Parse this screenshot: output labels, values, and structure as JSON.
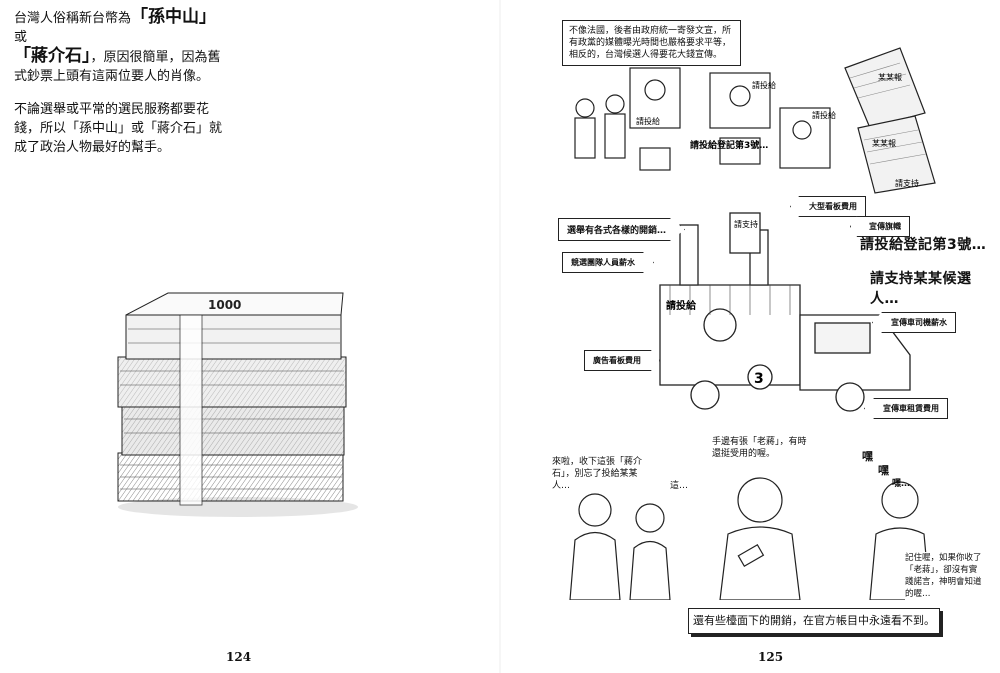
{
  "left_page": {
    "intro": {
      "p1_before": "台灣人俗稱新台幣為",
      "p1_hl1": "「孫中山」",
      "p1_or": "或",
      "p1_hl2": "「蔣介石」",
      "p1_after": "，原因很簡單，因為舊式鈔票上頭有這兩位要人的肖像。",
      "p2": "不論選舉或平常的選民服務都要花錢，所以「孫中山」或「蔣介石」就成了政治人物最好的幫手。"
    },
    "banknote_label": "1000",
    "page_number": "124"
  },
  "right_page": {
    "top_caption": "不像法國，後者由政府統一寄發文宣，所有政黨的媒體曝光時間也嚴格要求平等，相反的，台灣候選人得要花大錢宣傳。",
    "poster_texts": [
      "請投給",
      "請投給",
      "請投給",
      "請投給登記第3號…",
      "某某報",
      "某某報",
      "請支持"
    ],
    "panel2_left_arrow": "選舉有各式各樣的開銷…",
    "labels": {
      "big_ads": "大型看板費用",
      "flags": "宣傳旗幟",
      "staff_salary": "競選團隊人員薪水",
      "slogan1": "請投給登記第3號…",
      "slogan2": "請支持某某候選人…",
      "driver_salary": "宣傳車司機薪水",
      "ad_rental": "廣告看板費用",
      "truck_rental": "宣傳車租賃費用",
      "truck_sign": "請投給",
      "truck_support": "請支持"
    },
    "bubbles": {
      "b1": "來啦，收下這張「蔣介石」，別忘了投給某某人…",
      "b2": "這…",
      "b3": "手邊有張「老蔣」，有時還挺受用的喔。",
      "b4": "記住喔，如果你收了「老蔣」，卻沒有實踐諾言，神明會知道的喔…"
    },
    "sounds": [
      "嘿",
      "嘿",
      "嘿…"
    ],
    "bottom_caption": "還有些檯面下的開銷，在官方帳目中永遠看不到。",
    "page_number": "125"
  }
}
